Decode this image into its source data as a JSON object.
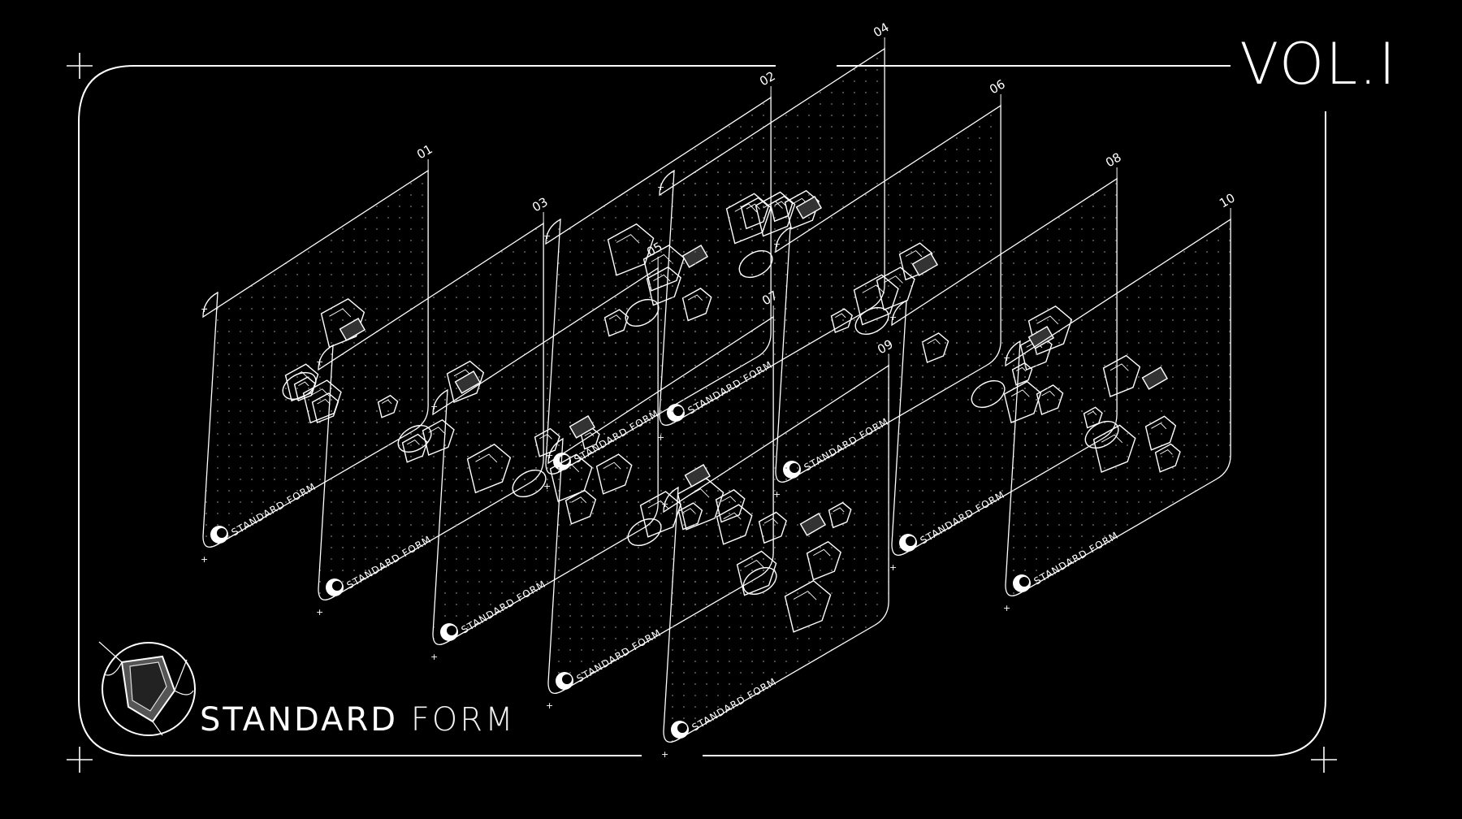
{
  "title": {
    "volume": "VOL.I"
  },
  "brand": {
    "word1": "STANDARD",
    "word2": "FORM",
    "panel_label": "STANDARD FORM"
  },
  "panels": [
    {
      "number": "01"
    },
    {
      "number": "02"
    },
    {
      "number": "03"
    },
    {
      "number": "04"
    },
    {
      "number": "05"
    },
    {
      "number": "06"
    },
    {
      "number": "07"
    },
    {
      "number": "08"
    },
    {
      "number": "09"
    },
    {
      "number": "10"
    }
  ],
  "colors": {
    "background": "#000000",
    "line": "#ffffff",
    "grid_dots": "#8a8a8a"
  },
  "icons": [
    "crosshair-icon",
    "standard-form-logo"
  ]
}
